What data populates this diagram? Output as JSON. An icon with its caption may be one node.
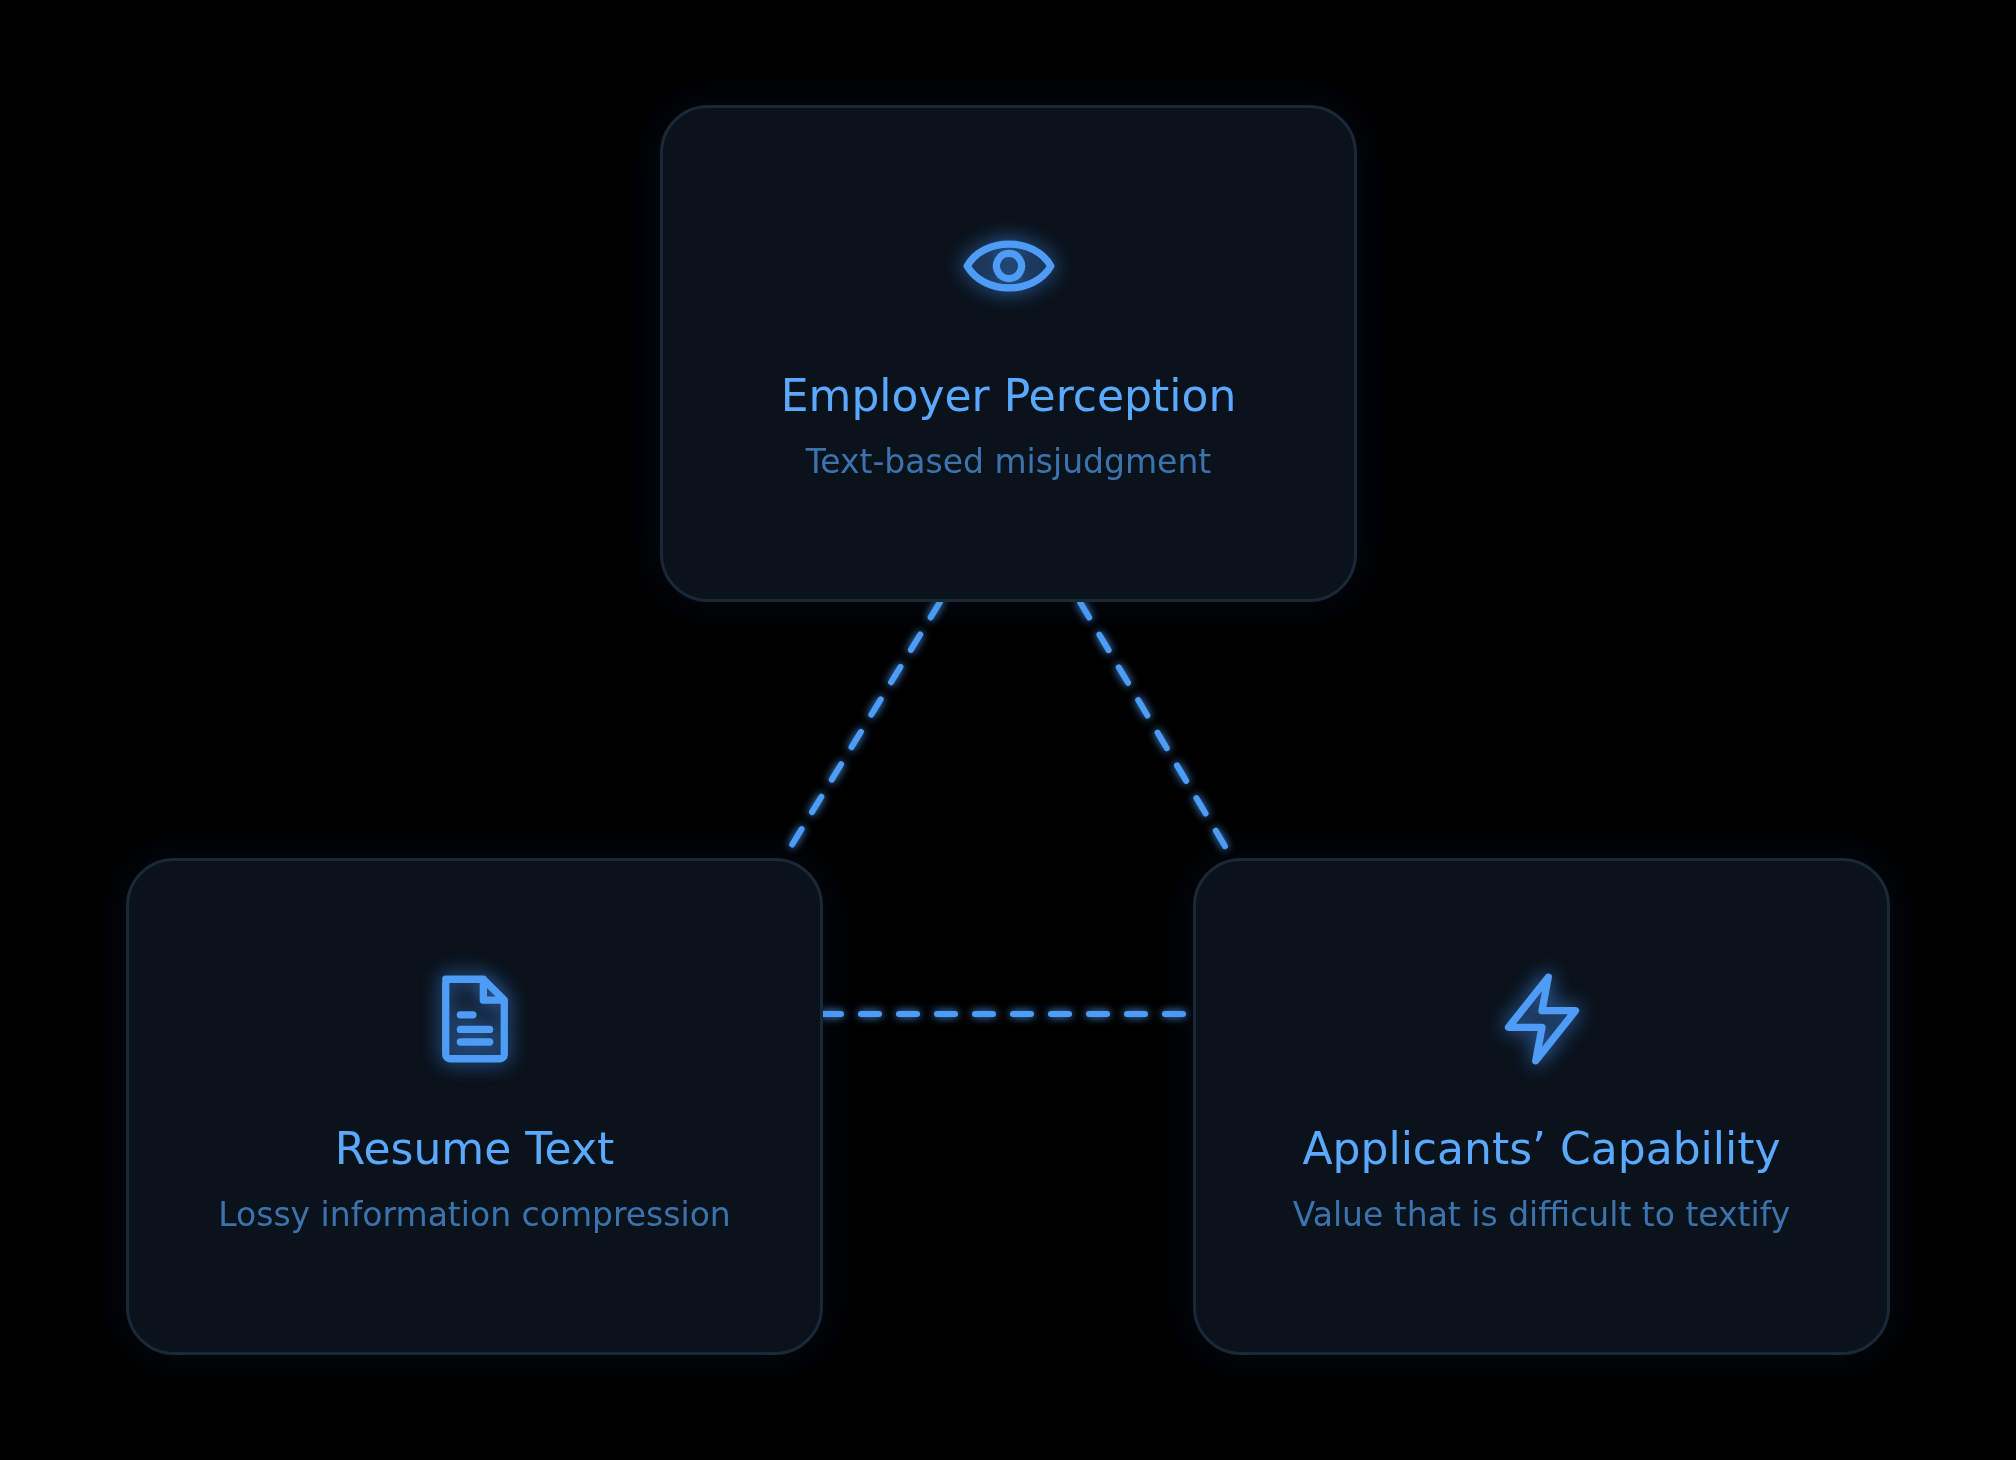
{
  "diagram": {
    "nodes": [
      {
        "text": [
          "Employer Perception",
          "Text-based misjudgment"
        ]
      },
      {
        "text": [
          "Resume Text",
          "Lossy information compression"
        ]
      },
      {
        "text": [
          "Applicants’ Capability",
          "Value that is difficult to textify"
        ]
      }
    ],
    "edges": [
      {
        "from": 0,
        "to": 1,
        "arrow": "none",
        "style": "dashed"
      },
      {
        "from": 0,
        "to": 2,
        "arrow": "none",
        "style": "dashed"
      },
      {
        "from": 1,
        "to": 2,
        "arrow": "none",
        "style": "dashed"
      }
    ]
  }
}
